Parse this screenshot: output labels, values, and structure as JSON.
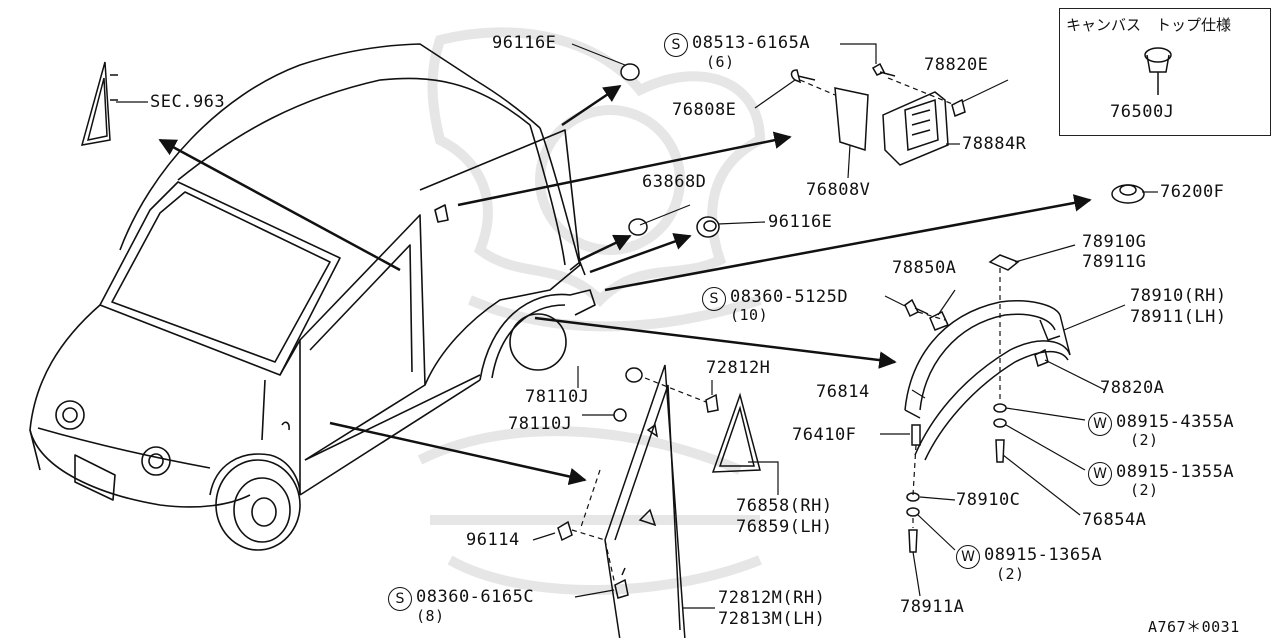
{
  "box": {
    "title": "キャンバス　トップ仕様",
    "part": "76500J"
  },
  "labels": [
    {
      "id": "96116E_top",
      "text": "96116E"
    },
    {
      "id": "08513",
      "text": "08513-6165A",
      "qty": "(6)",
      "prefix": "S"
    },
    {
      "id": "78820E",
      "text": "78820E"
    },
    {
      "id": "76808E",
      "text": "76808E"
    },
    {
      "id": "78884R",
      "text": "78884R"
    },
    {
      "id": "sec963",
      "text": "SEC.963"
    },
    {
      "id": "63868D",
      "text": "63868D"
    },
    {
      "id": "76808V",
      "text": "76808V"
    },
    {
      "id": "96116E_mid",
      "text": "96116E"
    },
    {
      "id": "76200F",
      "text": "76200F"
    },
    {
      "id": "78910G",
      "text": "78910G"
    },
    {
      "id": "78911G",
      "text": "78911G"
    },
    {
      "id": "78850A",
      "text": "78850A"
    },
    {
      "id": "08360_5125",
      "text": "08360-5125D",
      "qty": "(10)",
      "prefix": "S"
    },
    {
      "id": "78910RH",
      "text": "78910(RH)"
    },
    {
      "id": "78911LH",
      "text": "78911(LH)"
    },
    {
      "id": "72812H",
      "text": "72812H"
    },
    {
      "id": "78110J_a",
      "text": "78110J"
    },
    {
      "id": "78110J_b",
      "text": "78110J"
    },
    {
      "id": "78820A",
      "text": "78820A"
    },
    {
      "id": "76814",
      "text": "76814"
    },
    {
      "id": "08915_4355",
      "text": "08915-4355A",
      "qty": "(2)",
      "prefix": "W"
    },
    {
      "id": "76410F",
      "text": "76410F"
    },
    {
      "id": "08915_1355",
      "text": "08915-1355A",
      "qty": "(2)",
      "prefix": "W"
    },
    {
      "id": "76858RH",
      "text": "76858(RH)"
    },
    {
      "id": "76859LH",
      "text": "76859(LH)"
    },
    {
      "id": "78910C",
      "text": "78910C"
    },
    {
      "id": "76854A",
      "text": "76854A"
    },
    {
      "id": "96114",
      "text": "96114"
    },
    {
      "id": "08915_1365",
      "text": "08915-1365A",
      "qty": "(2)",
      "prefix": "W"
    },
    {
      "id": "08360_6165",
      "text": "08360-6165C",
      "qty": "(8)",
      "prefix": "S"
    },
    {
      "id": "72812MRH",
      "text": "72812M(RH)"
    },
    {
      "id": "72813MLH",
      "text": "72813M(LH)"
    },
    {
      "id": "78911A",
      "text": "78911A"
    }
  ],
  "footer": {
    "code": "A767＊0031"
  }
}
